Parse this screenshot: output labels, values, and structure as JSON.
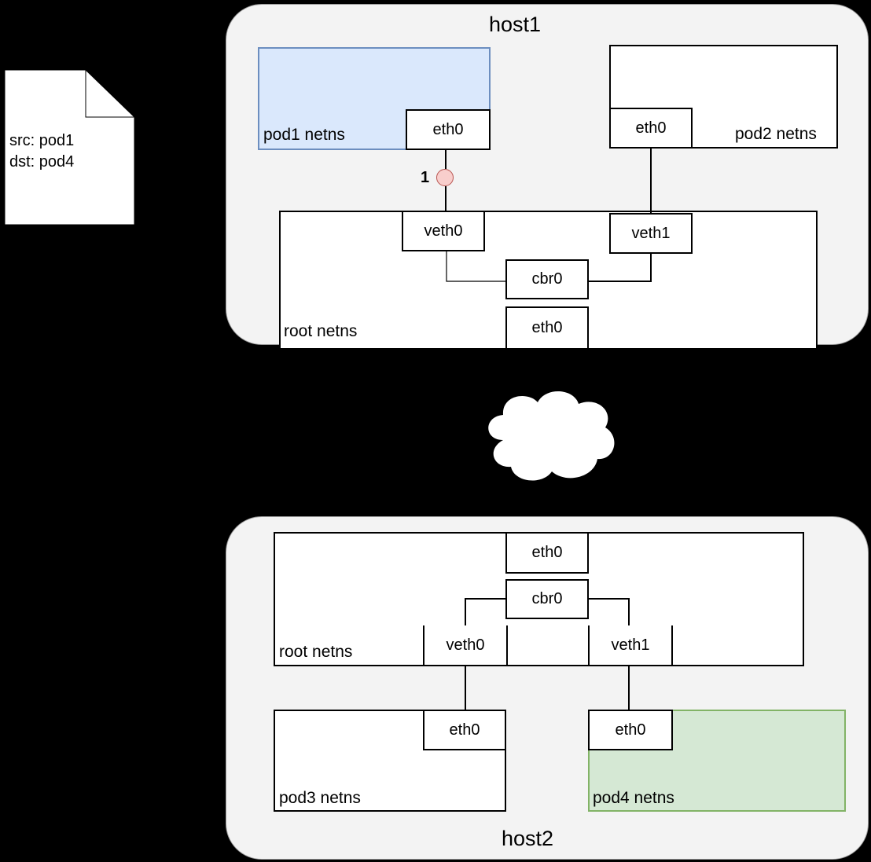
{
  "packet": {
    "src": "src: pod1",
    "dst": "dst: pod4"
  },
  "host1": {
    "title": "host1",
    "pod1": {
      "label": "pod1 netns",
      "iface": "eth0"
    },
    "pod2": {
      "label": "pod2 netns",
      "iface": "eth0"
    },
    "root": {
      "label": "root netns",
      "veth0": "veth0",
      "veth1": "veth1",
      "bridge": "cbr0",
      "eth0": "eth0"
    },
    "step_marker": "1"
  },
  "host2": {
    "title": "host2",
    "root": {
      "label": "root netns",
      "eth0": "eth0",
      "bridge": "cbr0",
      "veth0": "veth0",
      "veth1": "veth1"
    },
    "pod3": {
      "label": "pod3 netns",
      "iface": "eth0"
    },
    "pod4": {
      "label": "pod4 netns",
      "iface": "eth0"
    }
  },
  "colors": {
    "pod1_fill": "#dae8fc",
    "pod1_border": "#6c8ebf",
    "pod4_fill": "#d5e8d4",
    "pod4_border": "#82b366",
    "marker_fill": "#f8cecc",
    "marker_border": "#b85450"
  }
}
